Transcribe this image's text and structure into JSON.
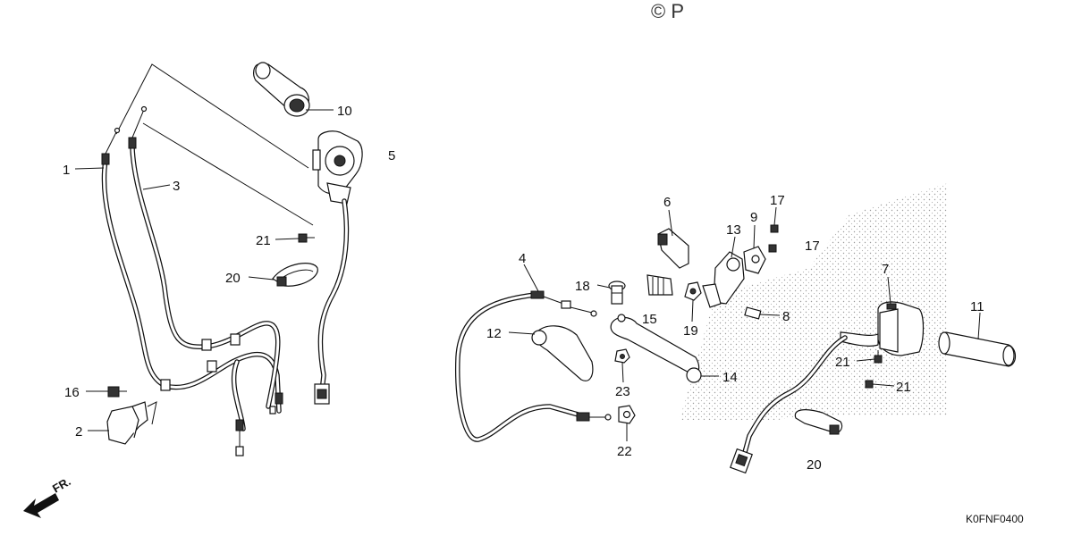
{
  "diagram": {
    "copyright_mark": "© P",
    "direction_label": "FR.",
    "drawing_code": "K0FNF0400",
    "callouts": [
      "1",
      "2",
      "3",
      "4",
      "5",
      "6",
      "7",
      "8",
      "9",
      "10",
      "11",
      "12",
      "13",
      "14",
      "15",
      "16",
      "17",
      "17",
      "18",
      "19",
      "20",
      "20",
      "21",
      "21",
      "21",
      "22",
      "23"
    ]
  }
}
